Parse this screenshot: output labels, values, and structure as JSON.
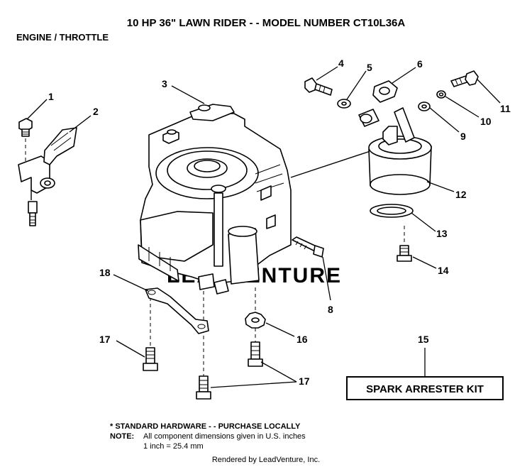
{
  "header": {
    "title": "10 HP 36\" LAWN RIDER - - MODEL NUMBER CT10L36A",
    "subtitle": "ENGINE / THROTTLE"
  },
  "callouts": {
    "c1": "1",
    "c2": "2",
    "c3": "3",
    "c4": "4",
    "c5": "5",
    "c6": "6",
    "c8": "8",
    "c9": "9",
    "c10": "10",
    "c11": "11",
    "c12": "12",
    "c13": "13",
    "c14": "14",
    "c15": "15",
    "c16": "16",
    "c17a": "17",
    "c17b": "17",
    "c18": "18"
  },
  "kit": {
    "label": "SPARK ARRESTER KIT"
  },
  "notes": {
    "standard": "* STANDARD HARDWARE - - PURCHASE LOCALLY",
    "note_label": "NOTE:",
    "note_text": "All component dimensions given in U.S. inches",
    "conversion": "1 inch = 25.4 mm"
  },
  "watermark": "LEADVENTURE",
  "footer": "Rendered by LeadVenture, Inc."
}
